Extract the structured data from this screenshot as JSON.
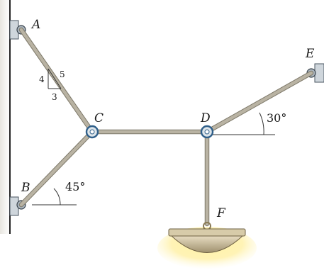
{
  "labels": {
    "A": "A",
    "B": "B",
    "C": "C",
    "D": "D",
    "E": "E",
    "F": "F"
  },
  "angles": {
    "B": "45°",
    "E": "30°"
  },
  "slope_triangle": {
    "rise": "4",
    "hyp": "5",
    "run": "3"
  }
}
